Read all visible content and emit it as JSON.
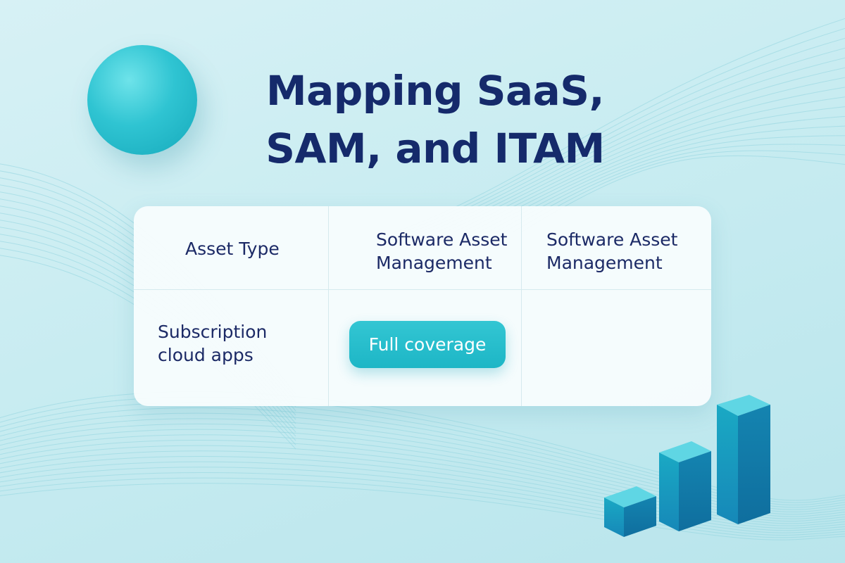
{
  "title": {
    "line1": "Mapping SaaS,",
    "line2": "SAM, and ITAM"
  },
  "table": {
    "headers": [
      {
        "line1": "Asset Type",
        "line2": ""
      },
      {
        "line1": "Software Asset",
        "line2": "Management"
      },
      {
        "line1": "Software Asset",
        "line2": "Management"
      }
    ],
    "rows": [
      {
        "asset_type": {
          "line1": "Subscription",
          "line2": "cloud apps"
        },
        "sam_badge": "Full coverage",
        "third": ""
      }
    ]
  },
  "colors": {
    "title": "#152a6b",
    "accent": "#1db6c6",
    "background": "#c8ecf1"
  },
  "decorations": {
    "sphere": "teal-sphere",
    "chart": "ascending-3d-bar-chart-icon",
    "background": "flowing-line-waves"
  }
}
